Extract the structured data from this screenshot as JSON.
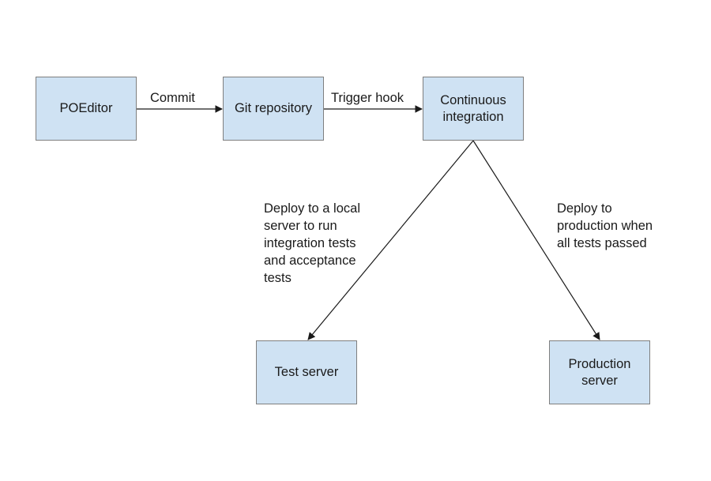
{
  "nodes": {
    "poeditor": "POEditor",
    "git_repository": "Git repository",
    "continuous_integration": "Continuous\nintegration",
    "test_server": "Test server",
    "production_server": "Production\nserver"
  },
  "edges": {
    "commit": "Commit",
    "trigger_hook": "Trigger hook",
    "deploy_local": "Deploy to a local\nserver to run\nintegration tests\nand acceptance\ntests",
    "deploy_production": "Deploy to\nproduction when\nall tests passed"
  },
  "colors": {
    "node_fill": "#cfe2f3",
    "node_border": "#7f7f7f",
    "edge": "#1a1a1a"
  }
}
